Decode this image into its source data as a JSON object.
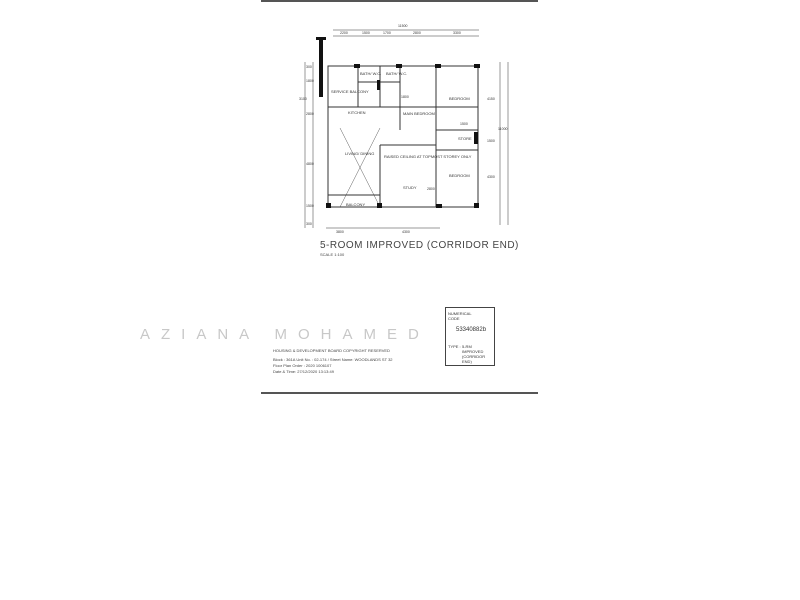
{
  "plan": {
    "title": "5-ROOM IMPROVED (CORRIDOR END)",
    "scale": "SCALE 1:100",
    "rooms": {
      "service_balcony": "SERVICE BALCONY",
      "bath1": "BATH/ W.C.",
      "bath2": "BATH/ W.C.",
      "bedroom1": "BEDROOM",
      "kitchen": "KITCHEN",
      "master_bedroom": "MAIN BEDROOM",
      "store": "STORE",
      "living": "LIVING/ DINING",
      "raised_ceiling": "RAISED CEILING AT TOPMOST STOREY ONLY",
      "study": "STUDY",
      "bedroom2": "BEDROOM",
      "balcony": "BALCONY"
    },
    "dims_top": {
      "total": "11500",
      "segments": [
        "2200",
        "1500",
        "1700",
        "2800",
        "3300"
      ]
    },
    "dims_left": [
      "300",
      "1800",
      "3100",
      "2800",
      "4800",
      "1500",
      "300"
    ],
    "dims_bottom": [
      "3800",
      "4300"
    ],
    "dims_right": [
      "4150",
      "1500",
      "4300",
      "11000"
    ],
    "inner_dims": [
      "1800",
      "2800",
      "1500"
    ]
  },
  "footer": {
    "copyright": "HOUSING & DEVELOPMENT BOARD COPYRIGHT RESERVED",
    "line1": "Block : 361A   Unit No. : 02-174   /   Street Name: WOODLANDS ST 32",
    "line2": "Floor Plan Order : 2020 1006107",
    "line3": "Date & Time: 27/12/2020 13:13:49"
  },
  "code_box": {
    "label": "NUMERICAL CODE",
    "code": "53340882b",
    "type_label": "TYPE :",
    "type_value": "5-RM IMPROVED (CORRIDOR END)"
  },
  "watermark": "AZIANA MOHAMED"
}
